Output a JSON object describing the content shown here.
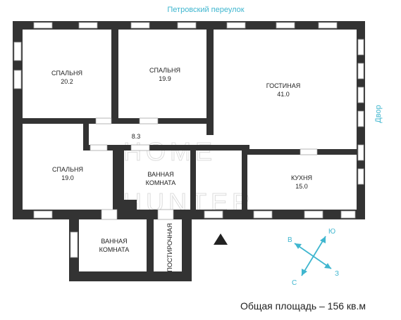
{
  "street_top": "Петровский переулок",
  "street_right": "Двор",
  "total_area": "Общая площадь – 156 кв.м",
  "rooms": {
    "bedroom1": {
      "name": "СПАЛЬНЯ",
      "area": "20.2"
    },
    "bedroom2": {
      "name": "СПАЛЬНЯ",
      "area": "19.9"
    },
    "living": {
      "name": "ГОСТИНАЯ",
      "area": "41.0"
    },
    "hall": {
      "area": "8.3"
    },
    "bedroom3": {
      "name": "СПАЛЬНЯ",
      "area": "19.0"
    },
    "bath1": {
      "line1": "ВАННАЯ",
      "line2": "КОМНАТА"
    },
    "kitchen": {
      "name": "КУХНЯ",
      "area": "15.0"
    },
    "bath2": {
      "line1": "ВАННАЯ",
      "line2": "КОМНАТА"
    },
    "laundry": {
      "name": "ПОСТИРОЧНАЯ"
    }
  },
  "compass": {
    "north": "С",
    "south": "Ю",
    "west": "З",
    "east": "В"
  },
  "watermark": {
    "line1": "HOME",
    "line2": "HUNTER"
  },
  "colors": {
    "wall": "#333333",
    "accent": "#3fb6cf",
    "window": "#ffffff"
  }
}
